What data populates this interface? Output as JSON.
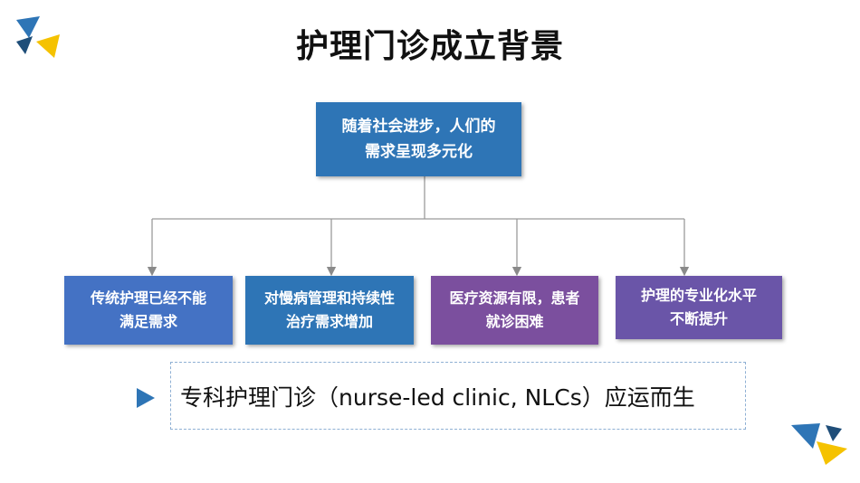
{
  "title": "护理门诊成立背景",
  "root": {
    "line1": "随着社会进步，人们的",
    "line2": "需求呈现多元化"
  },
  "children": [
    {
      "line1": "传统护理已经不能",
      "line2": "满足需求"
    },
    {
      "line1": "对慢病管理和持续性",
      "line2": "治疗需求增加"
    },
    {
      "line1": "医疗资源有限，患者",
      "line2": "就诊困难"
    },
    {
      "line1": "护理的专业化水平",
      "line2": "不断提升"
    }
  ],
  "conclusion": "专科护理门诊（nurse-led clinic, NLCs）应运而生",
  "colors": {
    "root": "#2e75b6",
    "child1": "#4472c4",
    "child2": "#2e75b6",
    "child3": "#7b4f9e",
    "child4": "#6a55a8",
    "accent_blue": "#2e75b6",
    "accent_navy": "#1f4e79",
    "accent_yellow": "#f5c200"
  },
  "icons": [
    "triangle-decoration-icon",
    "play-arrow-icon"
  ]
}
